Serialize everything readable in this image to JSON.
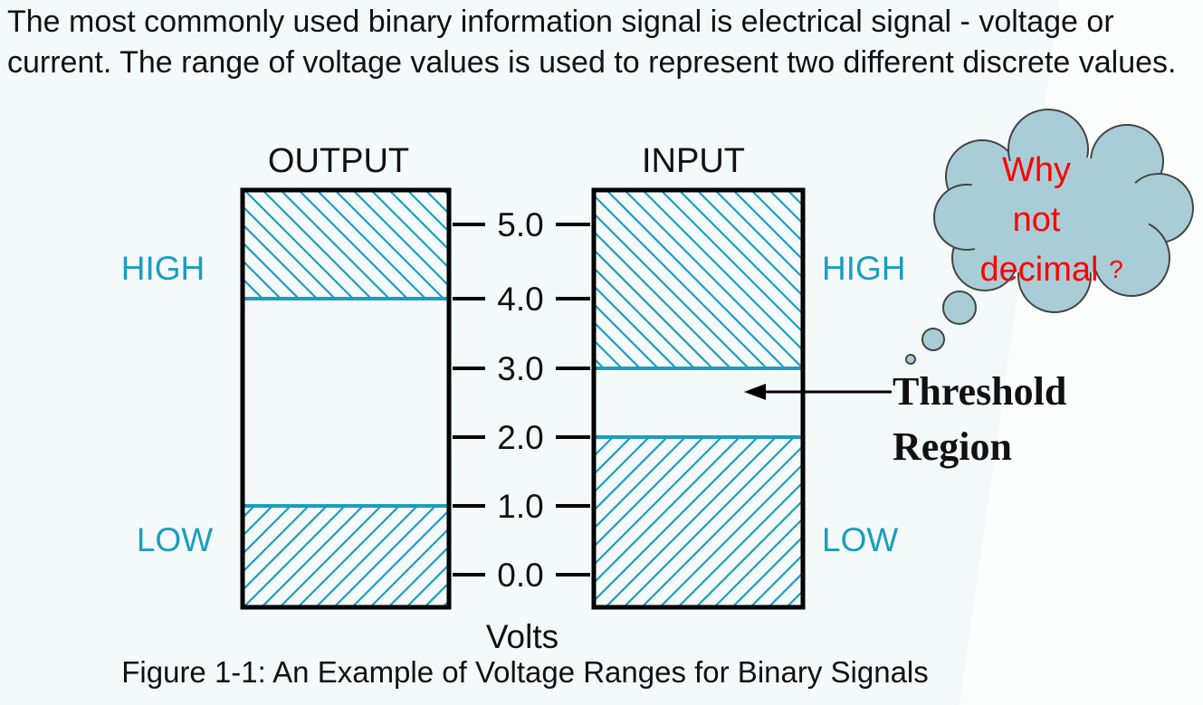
{
  "intro": "The most commonly used binary information signal is electrical signal - voltage or current. The range of voltage values is used to represent two different discrete values.",
  "output_title": "OUTPUT",
  "input_title": "INPUT",
  "output_high_label": "HIGH",
  "output_low_label": "LOW",
  "input_high_label": "HIGH",
  "input_low_label": "LOW",
  "axis_ticks": [
    "5.0",
    "4.0",
    "3.0",
    "2.0",
    "1.0",
    "0.0"
  ],
  "axis_label": "Volts",
  "threshold_label_line1": "Threshold",
  "threshold_label_line2": "Region",
  "cloud_line1": "Why",
  "cloud_line2": "not",
  "cloud_line3": "decimal",
  "cloud_qmark": "?",
  "caption": "Figure 1-1: An Example of Voltage Ranges for Binary Signals",
  "colors": {
    "accent": "#1a9ec0",
    "cloud_fill": "#a9cdd6",
    "cloud_text": "#ff0000",
    "background": "#f4f9fa"
  }
}
